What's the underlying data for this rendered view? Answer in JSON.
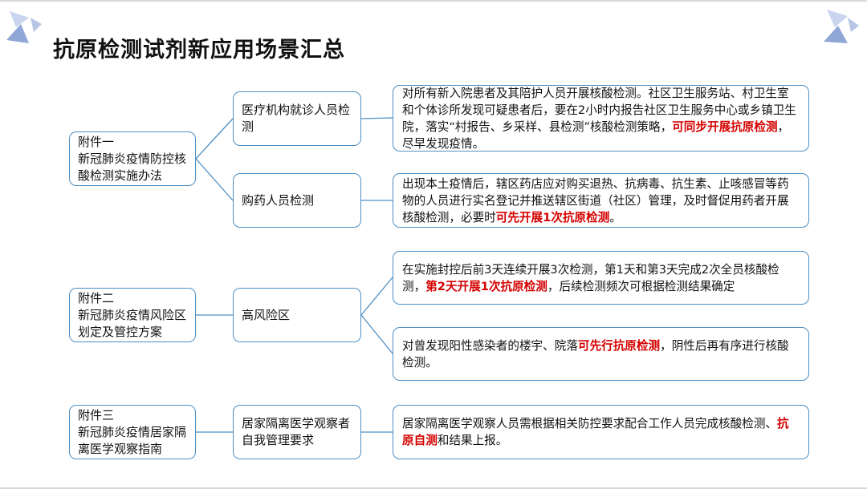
{
  "title": "抗原检测试剂新应用场景汇总",
  "colors": {
    "border": "#4d8fc4",
    "highlight": "#d40000",
    "decoration": "#8fa6d6"
  },
  "groups": [
    {
      "source": {
        "tag": "附件一",
        "name": "新冠肺炎疫情防控核酸检测实施办法"
      },
      "scenarios": [
        {
          "name": "医疗机构就诊人员检测",
          "detail": [
            {
              "text": "对所有新入院患者及其陪护人员开展核酸检测。社区卫生服务站、村卫生室和个体诊所发现可疑患者后，要在2小时内报告社区卫生服务中心或乡镇卫生院，落实“村报告、乡采样、县检测”核酸检测策略，"
            },
            {
              "text": "可同步开展抗原检测",
              "highlight": true
            },
            {
              "text": "，尽早发现疫情。"
            }
          ]
        },
        {
          "name": "购药人员检测",
          "detail": [
            {
              "text": "出现本土疫情后，辖区药店应对购买退热、抗病毒、抗生素、止咳感冒等药物的人员进行实名登记并推送辖区街道（社区）管理，及时督促用药者开展核酸检测，必要时"
            },
            {
              "text": "可先开展1次抗原检测",
              "highlight": true
            },
            {
              "text": "。"
            }
          ]
        }
      ]
    },
    {
      "source": {
        "tag": "附件二",
        "name": "新冠肺炎疫情风险区划定及管控方案"
      },
      "scenarios": [
        {
          "name": "高风险区",
          "details": [
            [
              {
                "text": "在实施封控后前3天连续开展3次检测，第1天和第3天完成2次全员核酸检测，"
              },
              {
                "text": "第2天开展1次抗原检测",
                "highlight": true
              },
              {
                "text": "，后续检测频次可根据检测结果确定"
              }
            ],
            [
              {
                "text": "对曾发现阳性感染者的楼宇、院落"
              },
              {
                "text": "可先行抗原检测",
                "highlight": true
              },
              {
                "text": "，阴性后再有序进行核酸检测。"
              }
            ]
          ]
        }
      ]
    },
    {
      "source": {
        "tag": "附件三",
        "name": "新冠肺炎疫情居家隔离医学观察指南"
      },
      "scenarios": [
        {
          "name": "居家隔离医学观察者自我管理要求",
          "detail": [
            {
              "text": "居家隔离医学观察人员需根据相关防控要求配合工作人员完成核酸检测、"
            },
            {
              "text": "抗原自测",
              "highlight": true
            },
            {
              "text": "和结果上报。"
            }
          ]
        }
      ]
    }
  ]
}
